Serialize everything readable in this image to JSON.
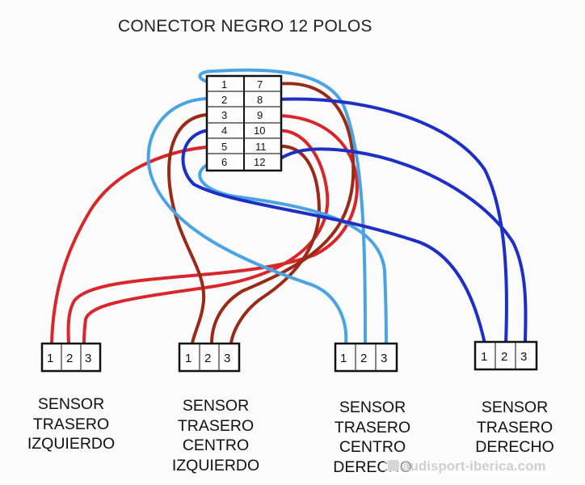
{
  "title": "CONECTOR NEGRO 12 POLOS",
  "connector": {
    "left_pins": [
      "1",
      "2",
      "3",
      "4",
      "5",
      "6"
    ],
    "right_pins": [
      "7",
      "8",
      "9",
      "10",
      "11",
      "12"
    ]
  },
  "sensors": [
    {
      "pins": [
        "1",
        "2",
        "3"
      ],
      "label": [
        "SENSOR",
        "TRASERO",
        "IZQUIERDO"
      ]
    },
    {
      "pins": [
        "1",
        "2",
        "3"
      ],
      "label": [
        "SENSOR",
        "TRASERO",
        "CENTRO",
        "IZQUIERDO"
      ]
    },
    {
      "pins": [
        "1",
        "2",
        "3"
      ],
      "label": [
        "SENSOR",
        "TRASERO",
        "CENTRO",
        "DERECHO"
      ]
    },
    {
      "pins": [
        "1",
        "2",
        "3"
      ],
      "label": [
        "SENSOR",
        "TRASERO",
        "DERECHO"
      ]
    }
  ],
  "wire_colors": {
    "red": "#d8262b",
    "brown": "#9a2a17",
    "light_blue": "#4aa3e3",
    "dark_blue": "#1d2fc4"
  },
  "watermark": "audisport-iberica.com"
}
